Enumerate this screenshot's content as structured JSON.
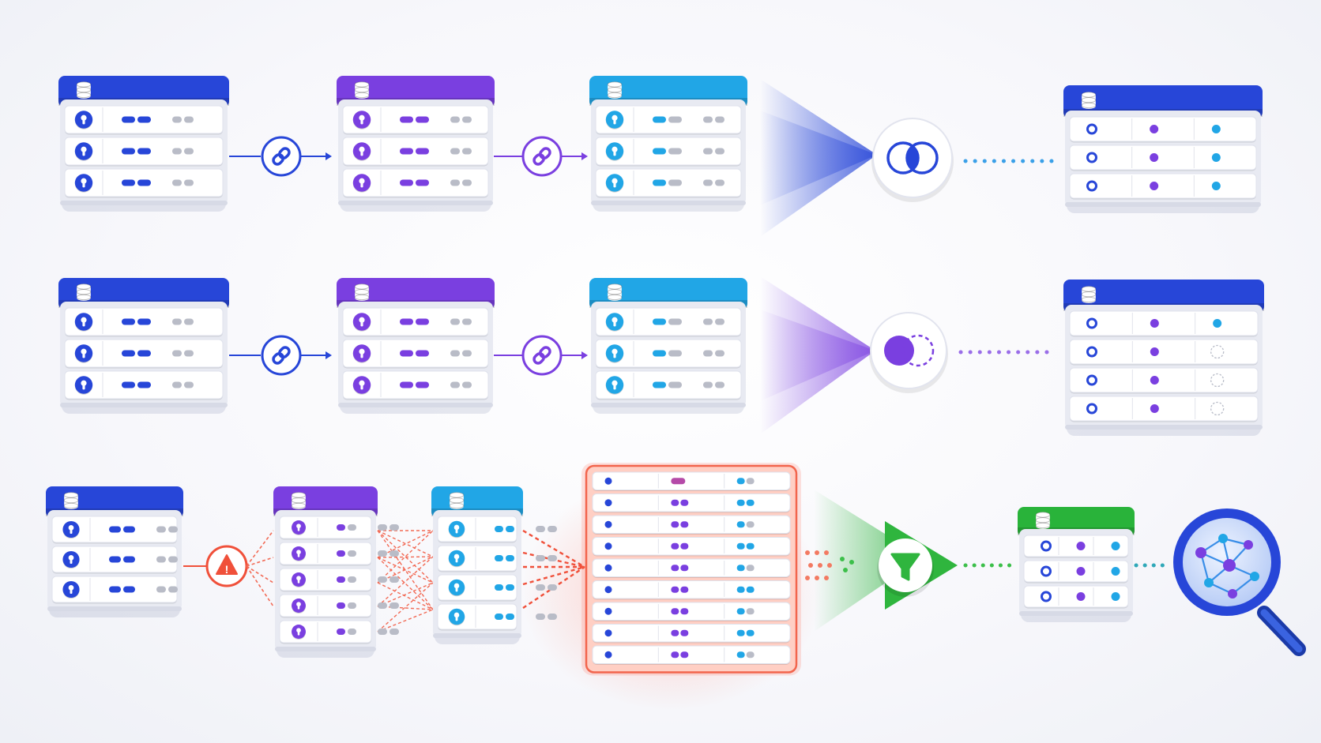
{
  "colors": {
    "blue": "#2746d8",
    "purple": "#7a3fe0",
    "sky": "#21a6e6",
    "green": "#29b33a",
    "red": "#f0503a",
    "gray": "#b9bcc7"
  },
  "icons": {
    "table": "database-icon",
    "key": "key-icon",
    "link": "chain-link-icon",
    "venn_full": "venn-overlap-icon",
    "venn_left": "venn-left-join-icon",
    "warning": "warning-triangle-icon",
    "filter": "funnel-filter-icon",
    "search": "magnifier-graph-icon"
  },
  "pipelines": [
    {
      "name": "inner-join-pipeline",
      "result": "matched-rows"
    },
    {
      "name": "left-join-pipeline",
      "result": "rows-with-missing-values"
    },
    {
      "name": "many-to-many-fanout-pipeline",
      "result": "filtered-rows"
    }
  ],
  "warning_symbol": "!"
}
